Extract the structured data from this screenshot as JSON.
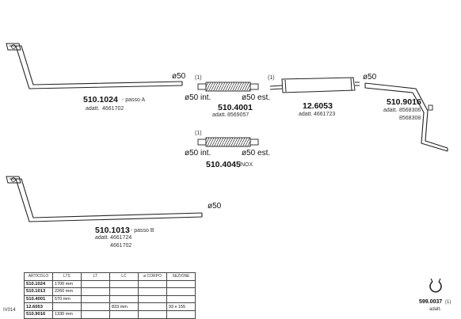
{
  "parts": {
    "p1024": {
      "code": "510.1024",
      "suffix": "- passo A",
      "adatt_label": "adatt.",
      "adatt": "4661702",
      "dia": "ø50"
    },
    "p4001": {
      "code": "510.4001",
      "mark": "(1)",
      "dia_int": "ø50 int.",
      "dia_est": "ø50 est.",
      "adatt_label": "adatt.",
      "adatt": "8569057"
    },
    "p12_6053": {
      "code": "12.6053",
      "mark": "(1)",
      "adatt_label": "adatt.",
      "adatt": "4661723"
    },
    "p9016": {
      "code": "510.9016",
      "dia": "ø50",
      "adatt_label": "adatt.",
      "adatt": "8568306",
      "adatt2": "8568308"
    },
    "p4045": {
      "code": "510.4045",
      "suffix": "/NOX",
      "mark": "(1)",
      "dia_int": "ø50 int.",
      "dia_est": "ø50 est."
    },
    "p1013": {
      "code": "510.1013",
      "suffix": "- passo B",
      "adatt_label": "adatt.",
      "adatt": "4661724",
      "adatt2": "4661702",
      "dia": "ø50"
    },
    "p0037": {
      "code": "599.0037",
      "mark": "(1)",
      "adatt_label": "adatt."
    }
  },
  "side_code": "IV014",
  "table": {
    "headers": [
      "ARTICOLO",
      "LTS",
      "LT",
      "LC",
      "ø CORPO",
      "SEZIONE"
    ],
    "rows": [
      {
        "articolo": "510.1024",
        "lts": "1700 mm",
        "lt": "",
        "lc": "",
        "corpo": "",
        "sezione": ""
      },
      {
        "articolo": "510.1013",
        "lts": "2260 mm",
        "lt": "",
        "lc": "",
        "corpo": "",
        "sezione": ""
      },
      {
        "articolo": "510.4001",
        "lts": "570 mm",
        "lt": "",
        "lc": "",
        "corpo": "",
        "sezione": ""
      },
      {
        "articolo": "12.6053",
        "lts": "",
        "lt": "",
        "lc": "833 mm",
        "corpo": "",
        "sezione": "93 x 155"
      },
      {
        "articolo": "510.9016",
        "lts": "1330 mm",
        "lt": "",
        "lc": "",
        "corpo": "",
        "sezione": ""
      }
    ]
  }
}
